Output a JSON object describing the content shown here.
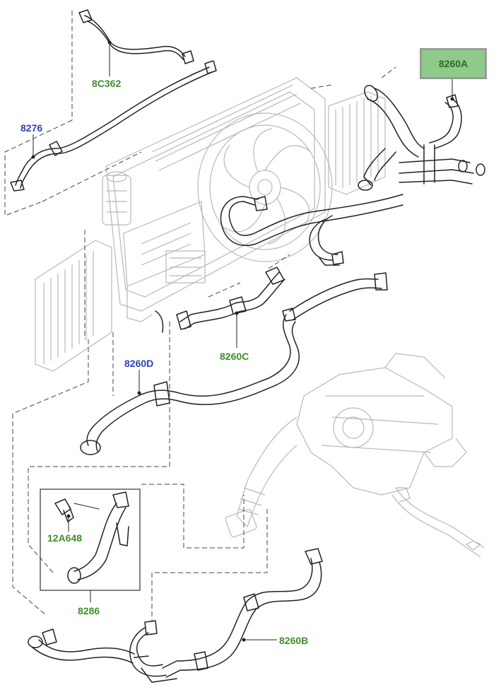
{
  "labels": {
    "l_8c362": "8C362",
    "l_8276": "8276",
    "l_8260a": "8260A",
    "l_8260d": "8260D",
    "l_8260c": "8260C",
    "l_12a648": "12A648",
    "l_8286": "8286",
    "l_8260b": "8260B"
  },
  "highlighted_part": "8260A",
  "colors": {
    "supplied_part_label": "#3f8f2a",
    "reference_part_label": "#2f3fb8",
    "highlight_fill": "#8fca8a",
    "highlight_border": "#9a9a9a",
    "line_art": "#222222",
    "ghost_art": "#b8b8b8"
  }
}
